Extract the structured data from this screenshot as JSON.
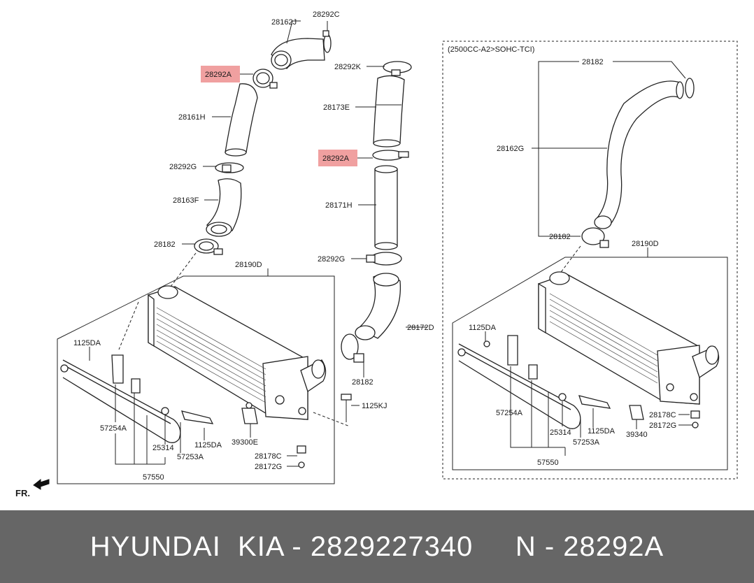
{
  "diagram": {
    "variant_label": "(2500CC-A2>SOHC-TCI)",
    "direction_label": "FR.",
    "highlight_color": "#f0a0a0",
    "labels": {
      "p28162J": "28162J",
      "p28292C": "28292C",
      "p28292A_left": "28292A",
      "p28161H": "28161H",
      "p28292G_left": "28292G",
      "p28163F": "28163F",
      "p28182_left": "28182",
      "p28190D_left": "28190D",
      "p1125DA_left_top": "1125DA",
      "p57254A_left": "57254A",
      "p25314_left": "25314",
      "p1125DA_left_bottom": "1125DA",
      "p57253A_left": "57253A",
      "p57550_left": "57550",
      "p39300E": "39300E",
      "p28178C_left": "28178C",
      "p28172G_left": "28172G",
      "p28292K": "28292K",
      "p28173E": "28173E",
      "p28292A_mid": "28292A",
      "p28171H": "28171H",
      "p28292G_mid": "28292G",
      "p28172D": "28172D",
      "p28182_mid": "28182",
      "p1125KJ": "1125KJ",
      "p28182_right_top": "28182",
      "p28162G": "28162G",
      "p28182_right_bottom": "28182",
      "p28190D_right": "28190D",
      "p1125DA_right_top": "1125DA",
      "p57254A_right": "57254A",
      "p25314_right": "25314",
      "p1125DA_right_bottom": "1125DA",
      "p57253A_right": "57253A",
      "p57550_right": "57550",
      "p39340": "39340",
      "p28178C_right": "28178C",
      "p28172G_right": "28172G"
    }
  },
  "footer": {
    "text": "HYUNDAI  KIA - 2829227340     N - 28292A"
  }
}
